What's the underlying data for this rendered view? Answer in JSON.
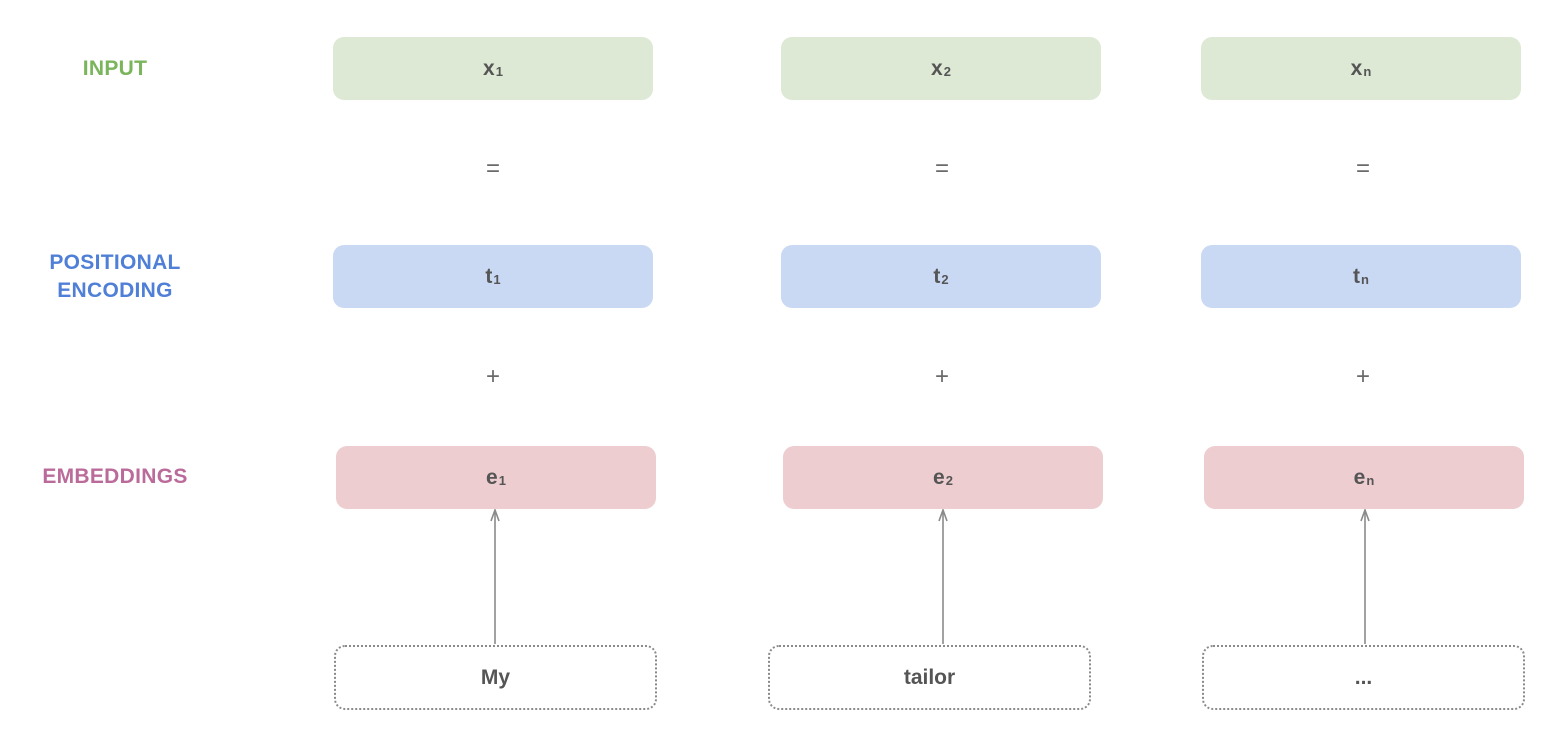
{
  "labels": {
    "input": "INPUT",
    "positional_line1": "POSITIONAL",
    "positional_line2": "ENCODING",
    "embeddings": "EMBEDDINGS"
  },
  "colors": {
    "input_label": "#7ab55c",
    "input_fill": "#dde9d5",
    "positional_label": "#4f7fd6",
    "positional_fill": "#cad9f3",
    "embeddings_label": "#bb6b9a",
    "embeddings_fill": "#edcdd0"
  },
  "columns": [
    {
      "input_base": "x",
      "input_sub": "1",
      "equals": "=",
      "pos_base": "t",
      "pos_sub": "1",
      "plus": "+",
      "emb_base": "e",
      "emb_sub": "1",
      "token": "My"
    },
    {
      "input_base": "x",
      "input_sub": "2",
      "equals": "=",
      "pos_base": "t",
      "pos_sub": "2",
      "plus": "+",
      "emb_base": "e",
      "emb_sub": "2",
      "token": "tailor"
    },
    {
      "input_base": "x",
      "input_sub": "n",
      "equals": "=",
      "pos_base": "t",
      "pos_sub": "n",
      "plus": "+",
      "emb_base": "e",
      "emb_sub": "n",
      "token": "..."
    }
  ]
}
